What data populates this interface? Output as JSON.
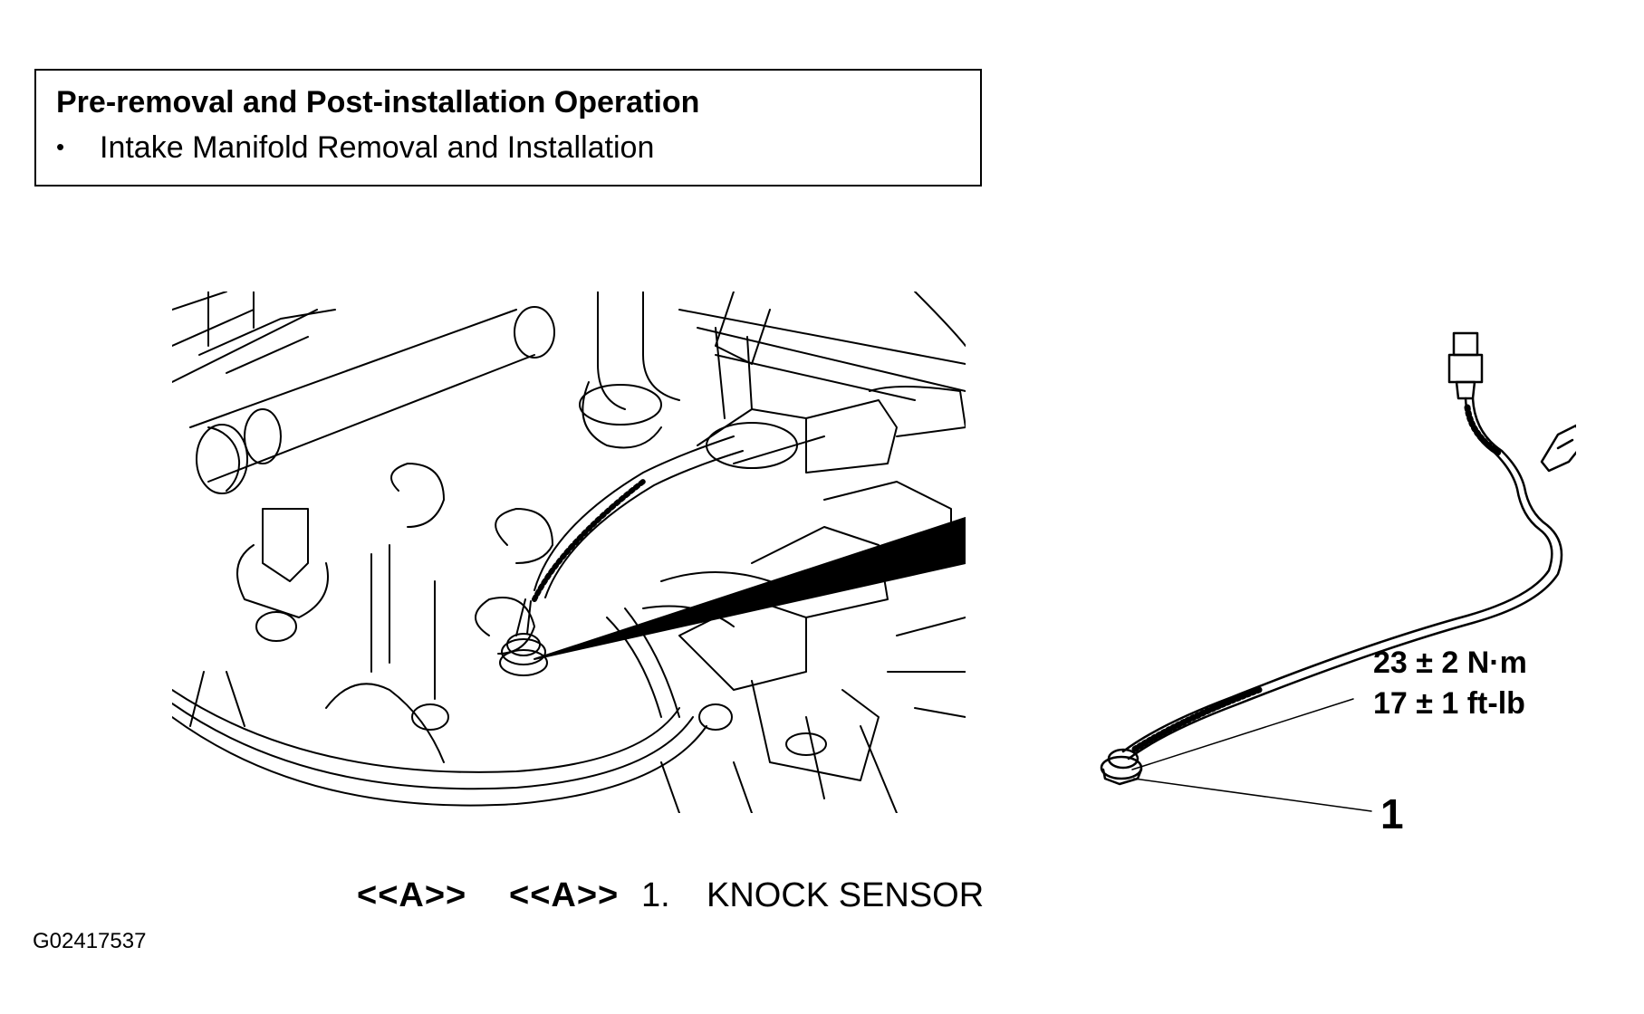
{
  "note_box": {
    "title": "Pre-removal and Post-installation Operation",
    "bullet": "•",
    "item": "Intake Manifold Removal and Installation"
  },
  "torque": {
    "metric": "23 ± 2 N·m",
    "imperial": "17 ± 1 ft-lb"
  },
  "callout": {
    "number": "1"
  },
  "caption": {
    "ref_left": "<<A>>",
    "ref_right": "<<A>>",
    "item_number": "1.",
    "item_label": "KNOCK SENSOR"
  },
  "figure_id": "G02417537"
}
